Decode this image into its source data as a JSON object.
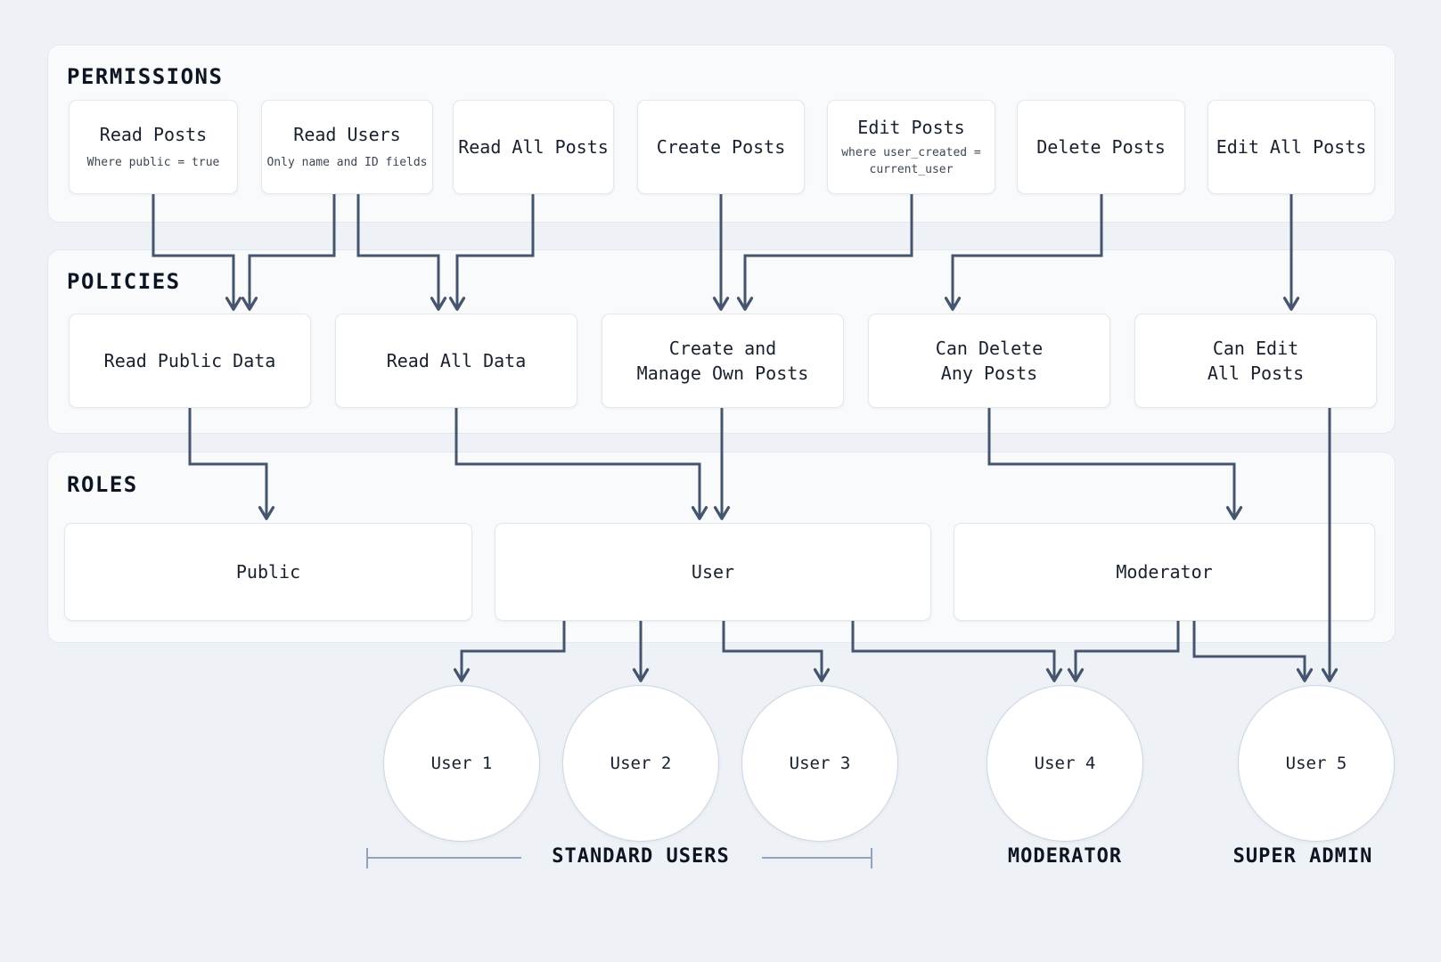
{
  "colors": {
    "page_bg": "#eef2f7",
    "panel_bg": "#f8fafc",
    "panel_border": "#e2e8f0",
    "node_bg": "#ffffff",
    "connector": "#45556d",
    "circle_border": "#ccd6e4",
    "bracket": "#90a5bd"
  },
  "sections": {
    "permissions": {
      "title": "PERMISSIONS",
      "boxes": [
        {
          "label": "Read Posts",
          "sub": "Where public = true"
        },
        {
          "label": "Read Users",
          "sub": "Only name and ID fields"
        },
        {
          "label": "Read All Posts"
        },
        {
          "label": "Create Posts"
        },
        {
          "label": "Edit Posts",
          "sub": "where user_created =\ncurrent_user"
        },
        {
          "label": "Delete Posts"
        },
        {
          "label": "Edit All Posts"
        }
      ]
    },
    "policies": {
      "title": "POLICIES",
      "boxes": [
        {
          "label": "Read Public Data"
        },
        {
          "label": "Read All Data"
        },
        {
          "label": "Create and\nManage Own Posts"
        },
        {
          "label": "Can Delete\nAny Posts"
        },
        {
          "label": "Can Edit\nAll Posts"
        }
      ]
    },
    "roles": {
      "title": "ROLES",
      "boxes": [
        {
          "label": "Public"
        },
        {
          "label": "User"
        },
        {
          "label": "Moderator"
        }
      ]
    }
  },
  "users": [
    {
      "label": "User 1"
    },
    {
      "label": "User 2"
    },
    {
      "label": "User 3"
    },
    {
      "label": "User 4"
    },
    {
      "label": "User 5"
    }
  ],
  "groups": [
    {
      "label": "STANDARD USERS"
    },
    {
      "label": "MODERATOR"
    },
    {
      "label": "SUPER ADMIN"
    }
  ]
}
